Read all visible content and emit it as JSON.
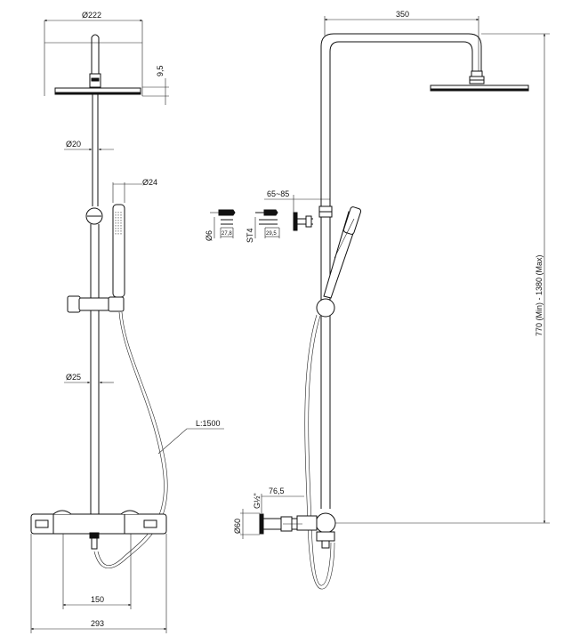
{
  "dimensions": {
    "head_diameter": "Ø222",
    "head_thickness": "9,5",
    "upper_pipe_diameter": "Ø20",
    "handshower_diameter": "Ø24",
    "lower_pipe_diameter": "Ø25",
    "hose_length": "L:1500",
    "valve_centers": "150",
    "valve_width": "293",
    "arm_reach": "350",
    "total_height": "770 (Min) - 1380 (Max)",
    "bracket_range": "65~85",
    "anchor_diameter": "Ø6",
    "anchor_length_1": "27,8",
    "screw_spec": "ST4",
    "anchor_length_2": "29,5",
    "connector_length": "76,5",
    "connector_diameter": "Ø60",
    "thread_spec": "G½\""
  }
}
